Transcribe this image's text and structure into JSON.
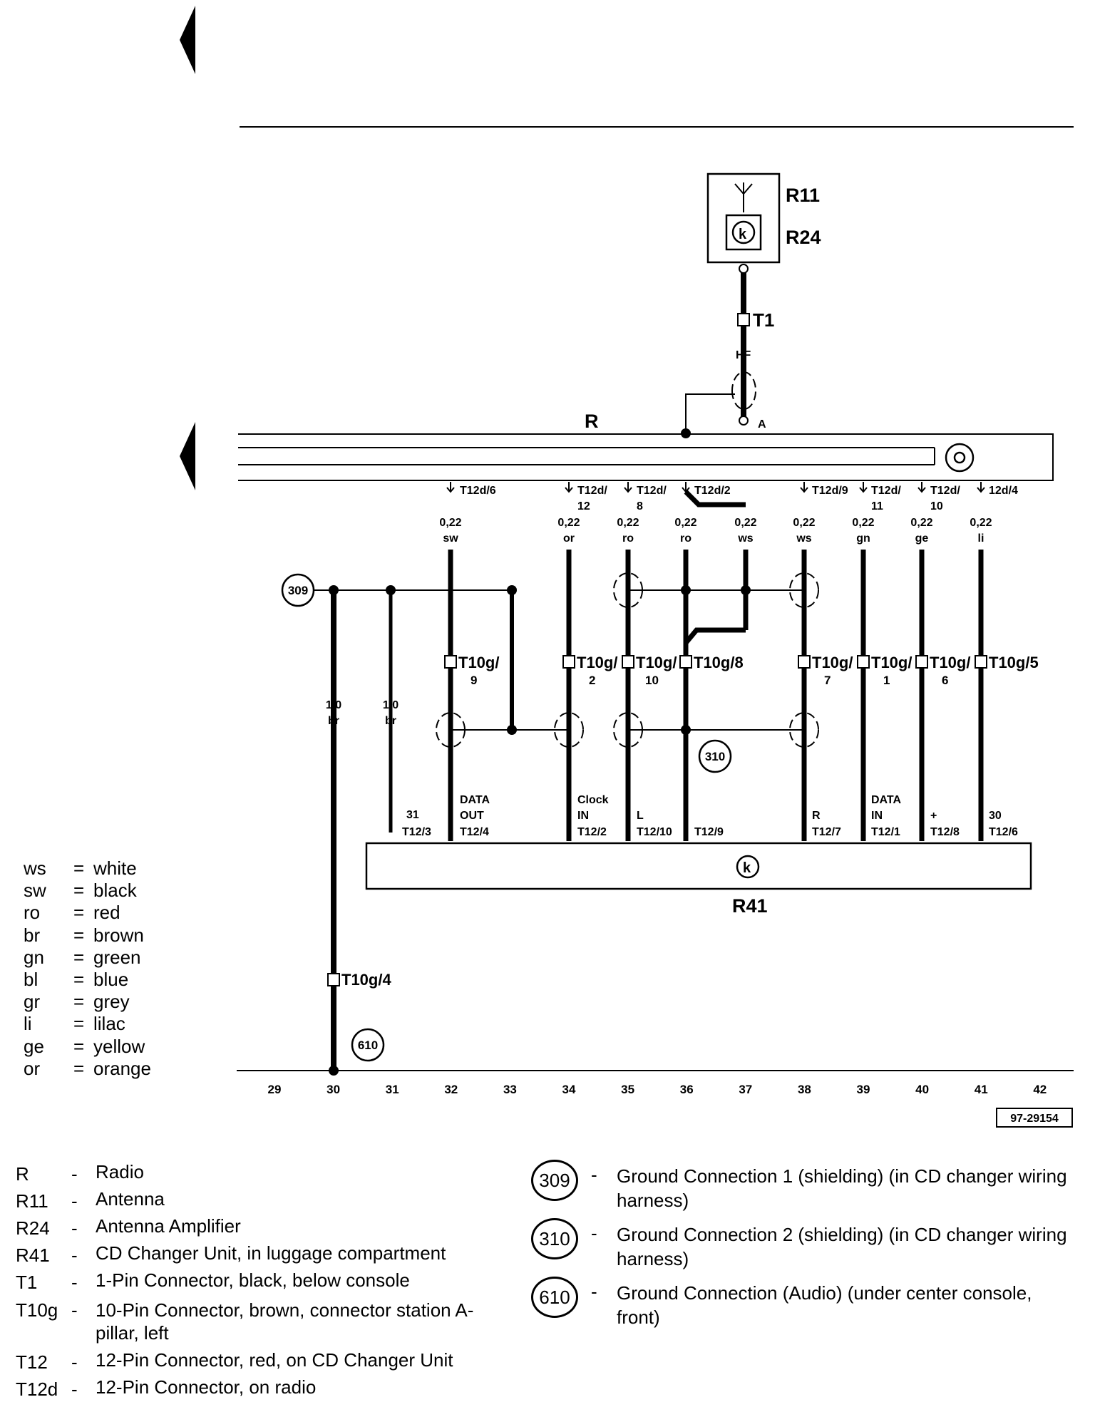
{
  "doc_id": "97-29154",
  "components": {
    "r11": "R11",
    "r24": "R24",
    "radio": "R",
    "r41": "R41",
    "t1": "T1",
    "hf": "HF",
    "a": "A"
  },
  "radio_pins": [
    {
      "pin": "T12d/6",
      "spec": "0,22",
      "color": "sw"
    },
    {
      "pin": "T12d/12",
      "spec": "0,22",
      "color": "or"
    },
    {
      "pin": "T12d/8",
      "spec": "0,22",
      "color": "ro"
    },
    {
      "pin": "T12d/2",
      "spec": "0,22",
      "color": "ro"
    },
    {
      "pin": "",
      "spec": "0,22",
      "color": "ws"
    },
    {
      "pin": "T12d/9",
      "spec": "0,22",
      "color": "ws"
    },
    {
      "pin": "T12d/11",
      "spec": "0,22",
      "color": "gn"
    },
    {
      "pin": "T12d/10",
      "spec": "0,22",
      "color": "ge"
    },
    {
      "pin": "12d/4",
      "spec": "0,22",
      "color": "li"
    }
  ],
  "station_pins": [
    "T10g/9",
    "T10g/2",
    "T10g/10",
    "T10g/8",
    "T10g/7",
    "T10g/1",
    "T10g/6",
    "T10g/5",
    "T10g/4"
  ],
  "ground_wires": [
    {
      "spec": "1,0",
      "color": "br"
    },
    {
      "spec": "1,0",
      "color": "br"
    }
  ],
  "unit_pins": [
    {
      "func": "31",
      "pin": "T12/3"
    },
    {
      "func": "DATA OUT",
      "pin": "T12/4"
    },
    {
      "func": "Clock IN",
      "pin": "T12/2"
    },
    {
      "func": "L",
      "pin": "T12/10"
    },
    {
      "func": "",
      "pin": "T12/9"
    },
    {
      "func": "R",
      "pin": "T12/7"
    },
    {
      "func": "DATA IN",
      "pin": "T12/1"
    },
    {
      "func": "+",
      "pin": "T12/8"
    },
    {
      "func": "30",
      "pin": "T12/6"
    }
  ],
  "grounds_in_diagram": [
    "309",
    "310",
    "610"
  ],
  "scale": [
    "29",
    "30",
    "31",
    "32",
    "33",
    "34",
    "35",
    "36",
    "37",
    "38",
    "39",
    "40",
    "41",
    "42"
  ],
  "color_legend": [
    {
      "code": "ws",
      "name": "white"
    },
    {
      "code": "sw",
      "name": "black"
    },
    {
      "code": "ro",
      "name": "red"
    },
    {
      "code": "br",
      "name": "brown"
    },
    {
      "code": "gn",
      "name": "green"
    },
    {
      "code": "bl",
      "name": "blue"
    },
    {
      "code": "gr",
      "name": "grey"
    },
    {
      "code": "li",
      "name": "lilac"
    },
    {
      "code": "ge",
      "name": "yellow"
    },
    {
      "code": "or",
      "name": "orange"
    }
  ],
  "component_key": [
    {
      "code": "R",
      "desc": "Radio"
    },
    {
      "code": "R11",
      "desc": "Antenna"
    },
    {
      "code": "R24",
      "desc": "Antenna Amplifier"
    },
    {
      "code": "R41",
      "desc": "CD Changer Unit, in luggage compartment"
    },
    {
      "code": "T1",
      "desc": "1-Pin Connector, black, below console"
    },
    {
      "code": "T10g",
      "desc": "10-Pin Connector, brown, connector station A-pillar, left"
    },
    {
      "code": "T12",
      "desc": "12-Pin Connector, red, on CD Changer Unit"
    },
    {
      "code": "T12d",
      "desc": "12-Pin Connector, on radio"
    }
  ],
  "ground_key": [
    {
      "num": "309",
      "desc": "Ground Connection 1 (shielding) (in CD changer wiring harness)"
    },
    {
      "num": "310",
      "desc": "Ground Connection 2 (shielding) (in CD changer wiring harness)"
    },
    {
      "num": "610",
      "desc": "Ground Connection (Audio) (under center console, front)"
    }
  ]
}
